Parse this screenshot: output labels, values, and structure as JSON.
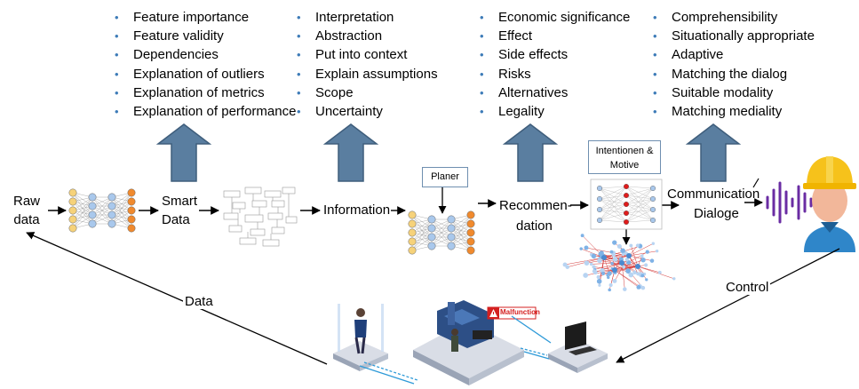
{
  "columns": [
    {
      "items": [
        "Feature importance",
        "Feature validity",
        "Dependencies",
        "Explanation of outliers",
        "Explanation of metrics",
        "Explanation of performance"
      ]
    },
    {
      "items": [
        "Interpretation",
        "Abstraction",
        "Put into context",
        "Explain assumptions",
        "Scope",
        "Uncertainty"
      ]
    },
    {
      "items": [
        "Economic significance",
        "Effect",
        "Side effects",
        "Risks",
        "Alternatives",
        "Legality"
      ]
    },
    {
      "items": [
        "Comprehensibility",
        "Situationally appropriate",
        "Adaptive",
        "Matching the dialog",
        "Suitable modality",
        "Matching mediality"
      ]
    }
  ],
  "pipeline": {
    "raw_data": [
      "Raw",
      "data"
    ],
    "smart_data": [
      "Smart",
      "Data"
    ],
    "information": "Information",
    "recommendation": [
      "Recommen-",
      "dation"
    ],
    "communication": [
      "Communication",
      "Dialoge"
    ]
  },
  "boxes": {
    "planer": "Planer",
    "intentions": [
      "Intentionen &",
      "Motive"
    ]
  },
  "feedback": {
    "data_label": "Data",
    "control_label": "Control",
    "malfunction": "Malfunction"
  },
  "colors": {
    "bullet": "#3E7CB8",
    "up_arrow": "#5A7EA0",
    "up_arrow_border": "#3F5E7C",
    "node_yellow": "#F6D27A",
    "node_blue": "#A9C8EC",
    "node_orange": "#F08A2E",
    "waveform": "#6A2CA3",
    "helmet": "#F6C21B",
    "worker_shirt": "#2F86C9"
  }
}
